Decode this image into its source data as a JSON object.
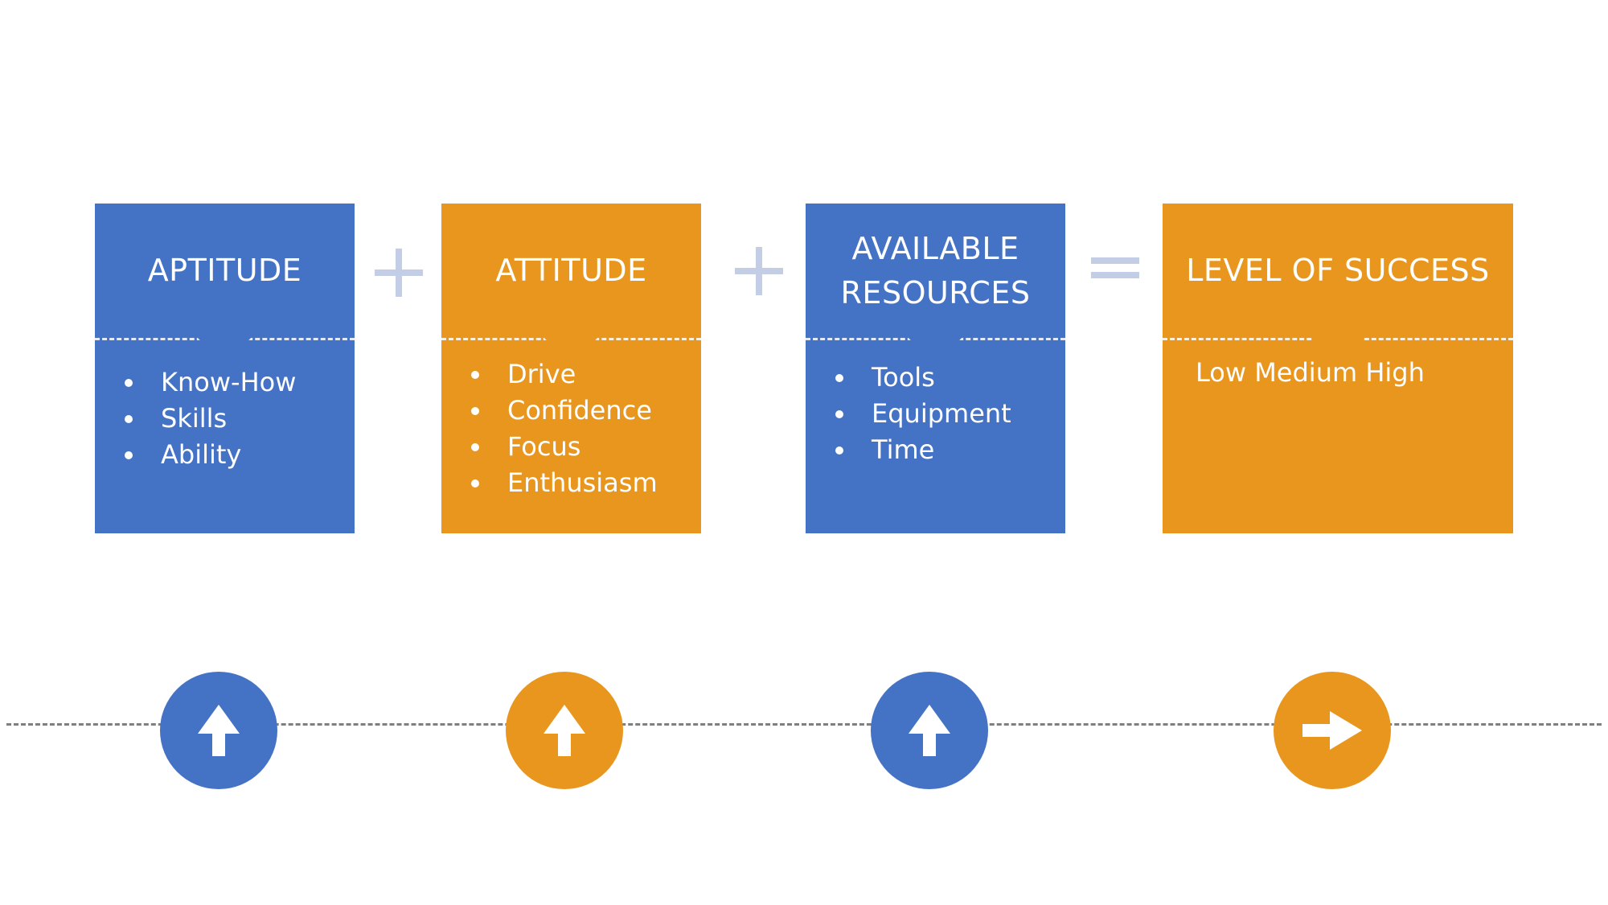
{
  "colors": {
    "blue": "#4472C4",
    "orange": "#E8961E",
    "operator": "#C3CEE6",
    "baseline": "#7F7F7F"
  },
  "cards": [
    {
      "title_lines": [
        "APTITUDE"
      ],
      "items": [
        "Know-How",
        "Skills",
        "Ability"
      ]
    },
    {
      "title_lines": [
        "ATTITUDE"
      ],
      "items": [
        "Drive",
        "Confidence",
        "Focus",
        "Enthusiasm"
      ]
    },
    {
      "title_lines": [
        "AVAILABLE",
        "RESOURCES"
      ],
      "items": [
        "Tools",
        "Equipment",
        "Time"
      ]
    },
    {
      "title_lines": [
        "LEVEL OF SUCCESS"
      ],
      "text": "Low Medium High"
    }
  ],
  "operators": [
    "plus-icon",
    "plus-icon",
    "equals-icon"
  ],
  "indicators": [
    "arrow-up-icon",
    "arrow-up-icon",
    "arrow-up-icon",
    "arrow-right-icon"
  ]
}
